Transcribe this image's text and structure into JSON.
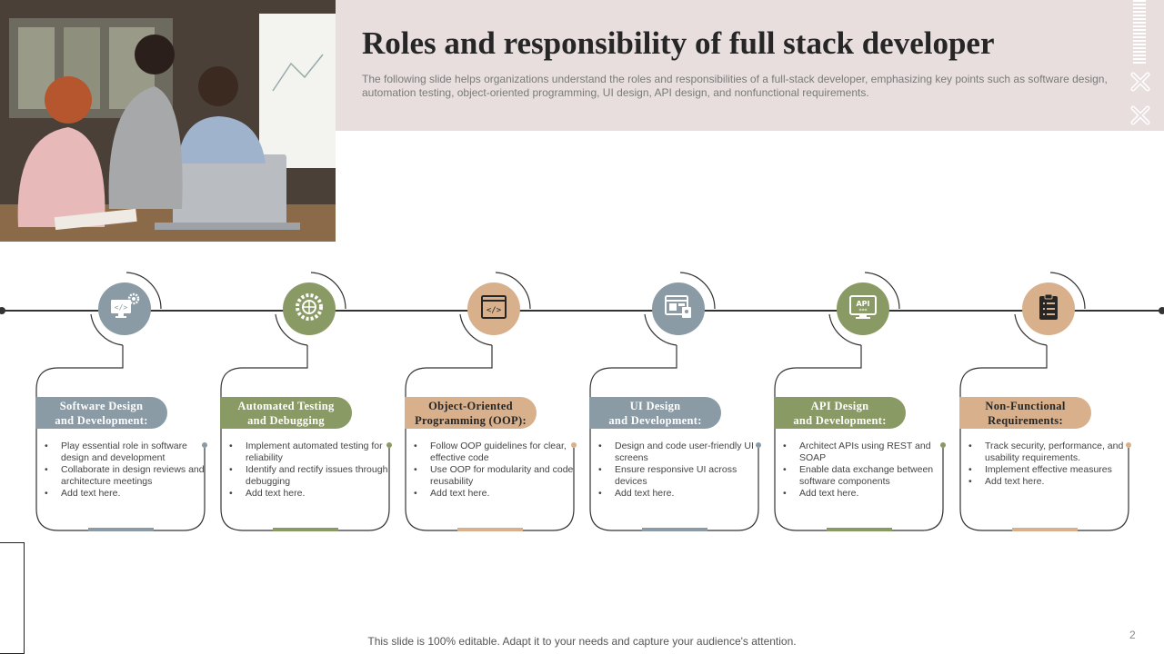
{
  "slide": {
    "title": "Roles and responsibility of full stack developer",
    "subtitle": "The following slide helps organizations understand the roles and responsibilities of a full-stack developer, emphasizing key points such as software design, automation testing, object-oriented programming, UI design, API design, and nonfunctional requirements.",
    "footer": "This slide is 100% editable. Adapt it to your needs and capture your audience's attention.",
    "page_number": "2"
  },
  "colors": {
    "header_band": "#e8dede",
    "slate": "#8a9ba5",
    "olive": "#8a9a64",
    "tan": "#d8b08c"
  },
  "items": [
    {
      "icon": "monitor-code-gear-icon",
      "color": "#8a9ba5",
      "label_line1": "Software Design",
      "label_line2": "and Development:",
      "label_dark": false,
      "bullets": [
        "Play essential role in software design and development",
        "Collaborate in design reviews and architecture meetings",
        "Add text here."
      ]
    },
    {
      "icon": "automation-gear-icon",
      "color": "#8a9a64",
      "label_line1": "Automated Testing",
      "label_line2": "and Debugging",
      "label_dark": false,
      "bullets": [
        "Implement automated testing for reliability",
        "Identify and rectify issues through debugging",
        "Add text here."
      ]
    },
    {
      "icon": "code-window-icon",
      "color": "#d8b08c",
      "label_line1": "Object-Oriented",
      "label_line2": "Programming (OOP):",
      "label_dark": true,
      "bullets": [
        "Follow OOP guidelines for clear, effective code",
        "Use OOP for modularity and code reusability",
        "Add text here."
      ]
    },
    {
      "icon": "ui-layout-icon",
      "color": "#8a9ba5",
      "label_line1": "UI Design",
      "label_line2": "and Development:",
      "label_dark": false,
      "bullets": [
        "Design and code user-friendly UI screens",
        "Ensure responsive UI across devices",
        "Add text here."
      ]
    },
    {
      "icon": "api-monitor-icon",
      "color": "#8a9a64",
      "label_line1": "API Design",
      "label_line2": "and Development:",
      "label_dark": false,
      "bullets": [
        "Architect APIs using REST and SOAP",
        "Enable data exchange between software components",
        "Add text here."
      ]
    },
    {
      "icon": "clipboard-checklist-icon",
      "color": "#d8b08c",
      "label_line1": "Non-Functional",
      "label_line2": "Requirements:",
      "label_dark": true,
      "bullets": [
        "Track security, performance, and usability requirements.",
        "Implement effective measures",
        "Add text here."
      ]
    }
  ]
}
